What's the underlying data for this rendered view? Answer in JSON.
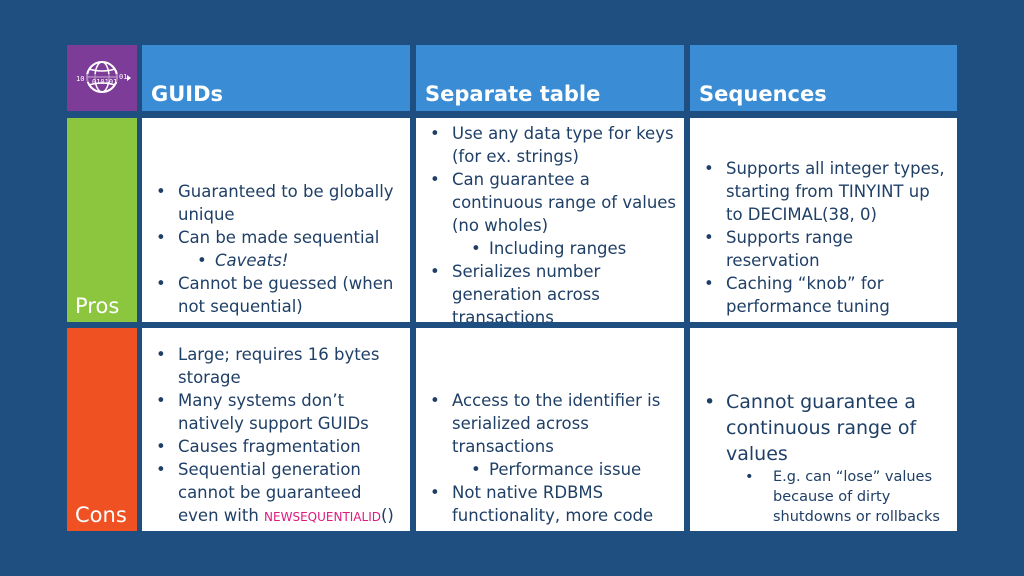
{
  "headers": {
    "guids": "GUIDs",
    "separate_table": "Separate table",
    "sequences": "Sequences"
  },
  "rows": {
    "pros": "Pros",
    "cons": "Cons"
  },
  "logo_icon": "binary-globe-icon",
  "pros": {
    "guids": [
      "Guaranteed to be globally unique",
      "Can be made sequential",
      "Caveats!",
      "Cannot be guessed (when not sequential)"
    ],
    "separate_table": [
      "Use any data type for keys (for ex. strings)",
      "Can guarantee a continuous range of values (no wholes)",
      "Including ranges",
      "Serializes number generation across transactions"
    ],
    "sequences": [
      "Supports all integer types, starting from TINYINT up to DECIMAL(38, 0)",
      "Supports range reservation",
      "Caching “knob” for performance tuning"
    ]
  },
  "cons": {
    "guids": [
      "Large; requires 16 bytes storage",
      "Many systems don’t natively support GUIDs",
      "Causes fragmentation",
      "Sequential generation cannot be guaranteed even with ",
      "NEWSEQUENTIALID",
      "()"
    ],
    "separate_table": [
      "Access to the identifier is serialized across transactions",
      "Performance issue",
      "Not native RDBMS functionality, more code"
    ],
    "sequences": [
      "Cannot guarantee a continuous range of values",
      "E.g. can “lose” values because of dirty shutdowns or rollbacks"
    ]
  }
}
